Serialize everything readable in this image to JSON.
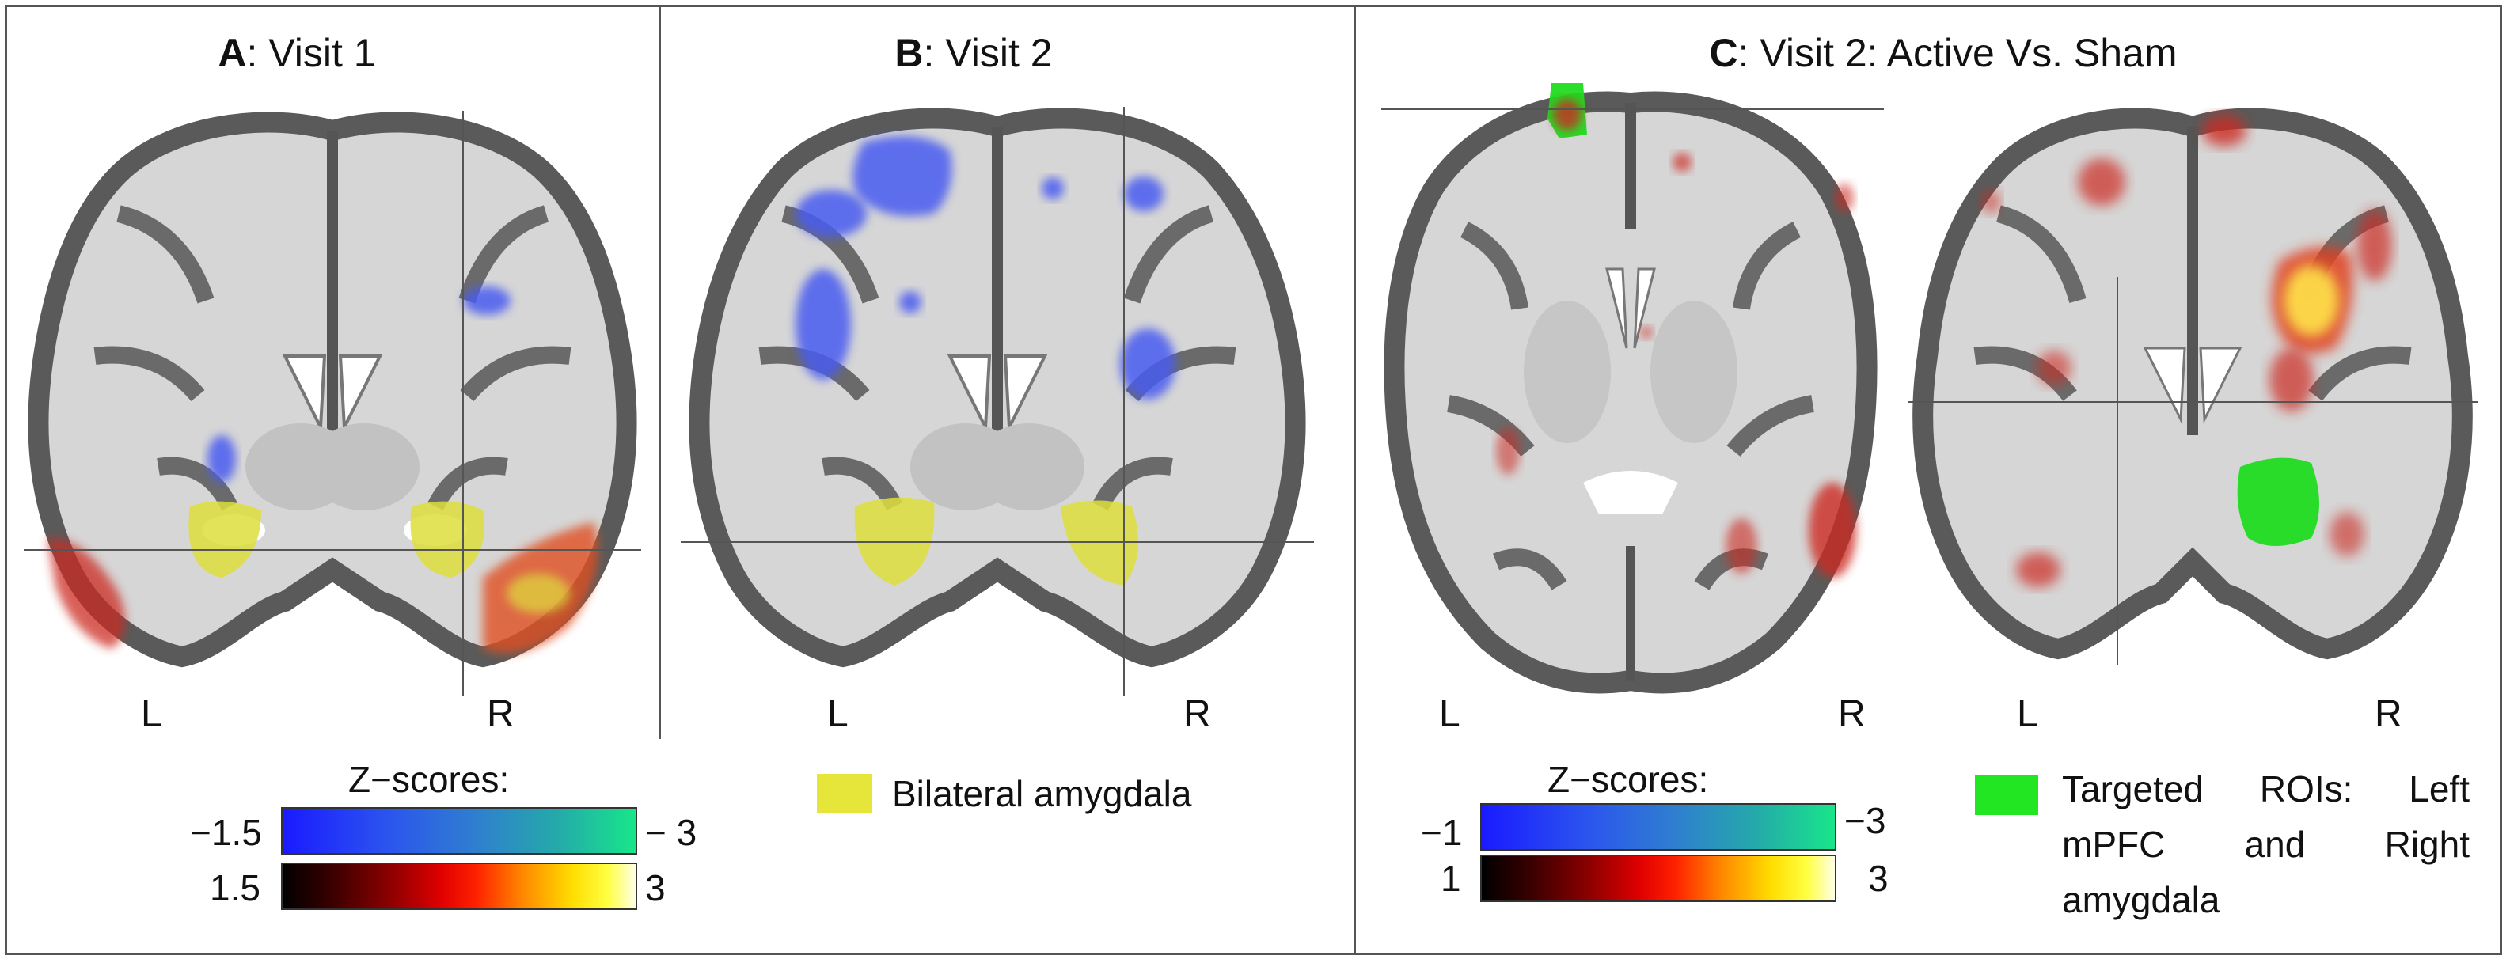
{
  "panels": [
    {
      "letter": "A",
      "rest": ": Visit 1"
    },
    {
      "letter": "B",
      "rest": ": Visit 2"
    },
    {
      "letter": "C",
      "rest": ": Visit 2: Active Vs. Sham"
    }
  ],
  "lr": {
    "left": "L",
    "right": "R"
  },
  "scale1": {
    "title": "Z−scores:",
    "neg_min": "−1.5",
    "neg_max": "− 3",
    "pos_min": "1.5",
    "pos_max": "3"
  },
  "scale2": {
    "title": "Z−scores:",
    "neg_min": "−1",
    "neg_max": "−3",
    "pos_min": "1",
    "pos_max": "3"
  },
  "legend_amygdala": {
    "label": "Bilateral amygdala",
    "color": "#e6e63a"
  },
  "legend_roi": {
    "line1": "Targeted ROIs: Left",
    "line2": "mPFC and Right",
    "line3": "amygdala",
    "color": "#22e622"
  },
  "colors": {
    "blob_blue": "#4a5cf0",
    "blob_red": "#cc2a20",
    "blob_yellow": "#dede3c",
    "blob_green": "#20dc20"
  }
}
